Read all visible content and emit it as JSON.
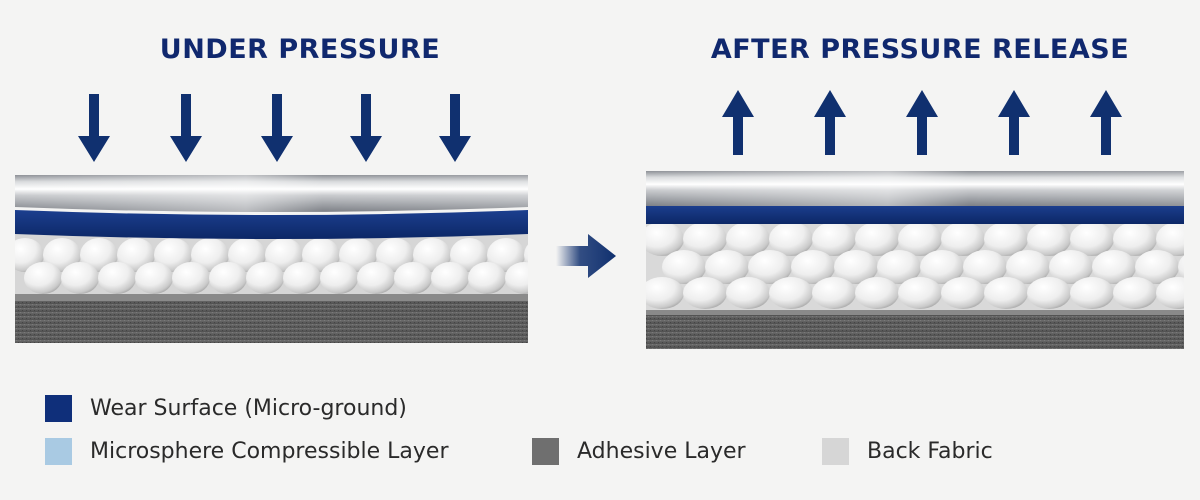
{
  "panels": {
    "left": {
      "title": "UNDER PRESSURE"
    },
    "right": {
      "title": "AFTER PRESSURE RELEASE"
    }
  },
  "legend": [
    {
      "label": "Wear Surface (Micro-ground)",
      "color": "#0f2f7a"
    },
    {
      "label": "Microsphere Compressible Layer",
      "color": "#a9cae3"
    },
    {
      "label": "Adhesive Layer",
      "color": "#6f6f6f"
    },
    {
      "label": "Back Fabric",
      "color": "#d6d6d6"
    }
  ],
  "colors": {
    "arrow": "#10306f",
    "title": "#10286e",
    "metal": "#b9bcc0",
    "wear_surface": "#0f2f7a",
    "microsphere": "#f2f2f2",
    "base": "#5e5e5e"
  },
  "icons": {
    "pressure_arrow": "arrow-down-icon",
    "release_arrow": "arrow-up-icon",
    "transition_arrow": "arrow-right-icon"
  }
}
